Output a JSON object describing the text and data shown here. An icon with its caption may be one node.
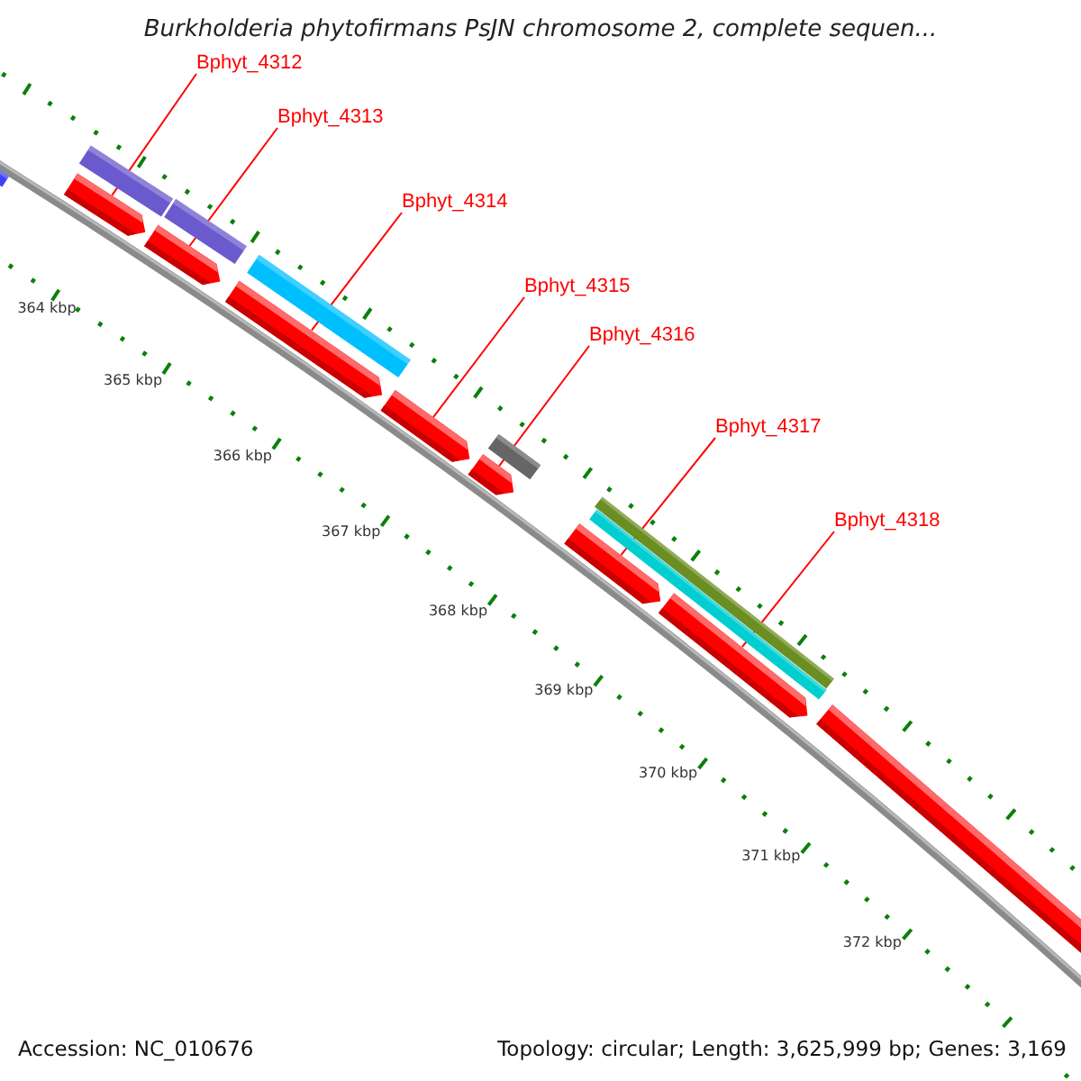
{
  "diagram": {
    "title": "Burkholderia phytofirmans PsJN chromosome 2, complete sequen...",
    "nodes": [
      {
        "text": [
          "Bphyt_4312"
        ]
      },
      {
        "text": [
          "Bphyt_4313"
        ]
      },
      {
        "text": [
          "Bphyt_4314"
        ]
      },
      {
        "text": [
          "Bphyt_4315"
        ]
      },
      {
        "text": [
          "Bphyt_4316"
        ]
      },
      {
        "text": [
          "Bphyt_4317"
        ]
      },
      {
        "text": [
          "Bphyt_4318"
        ]
      },
      {
        "text": [],
        "shape": "bar"
      },
      {
        "text": [],
        "shape": "bar"
      },
      {
        "text": [],
        "shape": "bar"
      },
      {
        "text": [],
        "shape": "bar"
      },
      {
        "text": [],
        "shape": "bar"
      },
      {
        "text": [],
        "shape": "bar"
      },
      {
        "text": [],
        "shape": "bar"
      },
      {
        "text": [],
        "shape": "bar"
      }
    ],
    "edges": [
      {
        "from": 0,
        "to": 7,
        "arrow": "none"
      },
      {
        "from": 1,
        "to": 8,
        "arrow": "none"
      },
      {
        "from": 2,
        "to": 9,
        "arrow": "none"
      },
      {
        "from": 3,
        "to": 10,
        "arrow": "none"
      },
      {
        "from": 4,
        "to": 11,
        "arrow": "none"
      },
      {
        "from": 5,
        "to": 12,
        "arrow": "none"
      },
      {
        "from": 6,
        "to": 13,
        "arrow": "none"
      }
    ],
    "labels": [
      "364 kbp",
      "365 kbp",
      "366 kbp",
      "367 kbp",
      "368 kbp",
      "369 kbp",
      "370 kbp",
      "371 kbp",
      "372 kbp",
      "Accession: NC_010676",
      "Topology: circular; Length: 3,625,999 bp; Genes: 3,169"
    ]
  }
}
